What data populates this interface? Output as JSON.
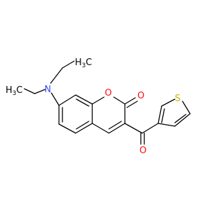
{
  "molecule": {
    "labels": {
      "methyl_top": {
        "main": "H",
        "sub": "3",
        "tail": "C"
      },
      "methyl_left": {
        "main": "H",
        "sub": "3",
        "tail": "C"
      },
      "nitrogen": "N",
      "ring_oxygen": "O",
      "lactone_oxygen": "O",
      "ketone_oxygen": "O",
      "sulfur": "S"
    },
    "colors": {
      "bond": "#000000",
      "nitrogen": "#3050f8",
      "oxygen": "#ff0d0d",
      "sulfur": "#c8b400",
      "carbon_label": "#000000"
    }
  }
}
